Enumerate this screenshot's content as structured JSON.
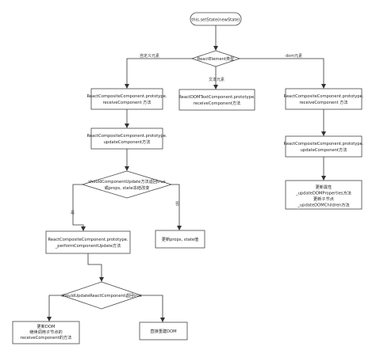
{
  "nodes": {
    "start": "this.setState(newState)",
    "d1": "ReactElement类型",
    "left1a": "ReactCompositeComponent.prototype.",
    "left1b": "receiveComponent 方法",
    "mid1a": "ReactDOMTextComponent.prototype.",
    "mid1b": "receiveComponent方法",
    "right1a": "ReactCompositeComponent.prototype.",
    "right1b": "receiveComponent 方法",
    "left2a": "ReactCompositeComponent.prototype.",
    "left2b": "updateComponent方法",
    "right2a": "ReactCompositeComponent.prototype.",
    "right2b": "updateComponent方法",
    "d2a": "shouldComponentUpdate方法返回true",
    "d2b": "或props, state冻结改变",
    "right3a": "更新属性",
    "right3b": "_updateDOMProperties方法",
    "right3c": "更新子节点",
    "right3d": "_updateDOMChildren方法",
    "no1": "更新props, state值",
    "left3a": "ReactCompositeComponent.prototype.",
    "left3b": "_performComponentUpdate方法",
    "d3": "shouldUpdateReactComponent返回true",
    "bottomLeftA": "更新DOM",
    "bottomLeftB": "继续调用子节点的",
    "bottomLeftC": "receiveComponent的方法",
    "bottomRight": "直接重建DOM"
  },
  "edges": {
    "custom": "自定义元素",
    "text": "文本元素",
    "dom": "dom元素",
    "yes": "是",
    "no": "否"
  }
}
